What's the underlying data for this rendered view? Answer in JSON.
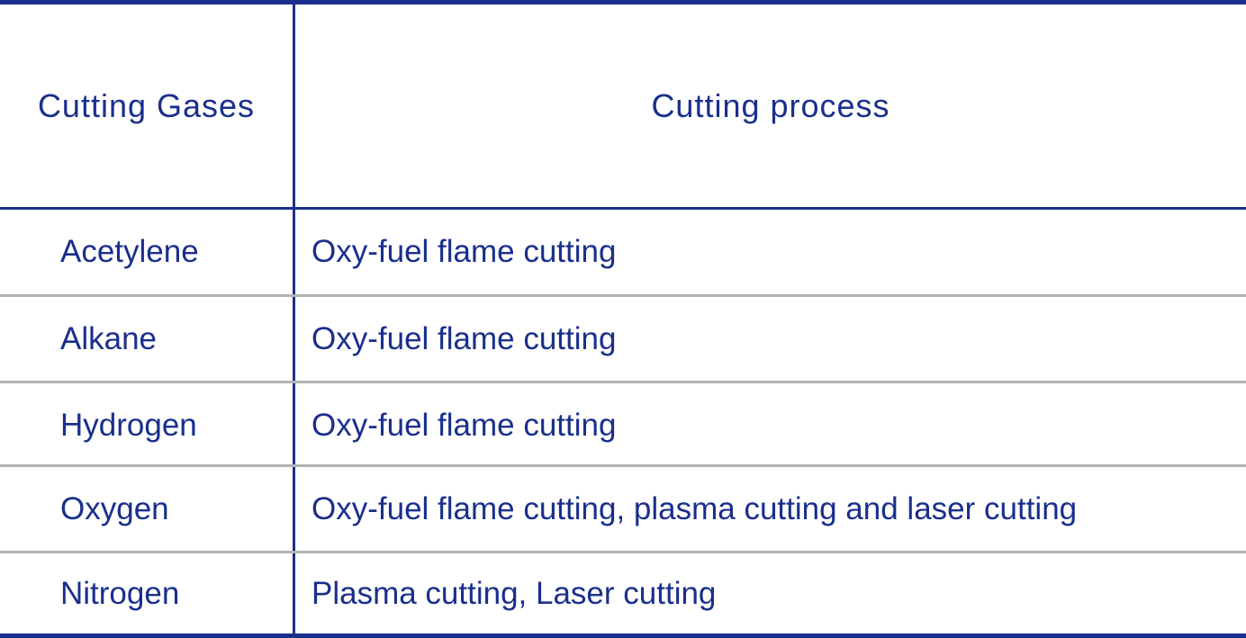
{
  "table": {
    "headers": {
      "gases": "Cutting Gases",
      "process": "Cutting process"
    },
    "rows": [
      {
        "gas": "Acetylene",
        "process": "Oxy-fuel flame cutting"
      },
      {
        "gas": "Alkane",
        "process": "Oxy-fuel flame cutting"
      },
      {
        "gas": "Hydrogen",
        "process": "Oxy-fuel flame cutting"
      },
      {
        "gas": "Oxygen",
        "process": "Oxy-fuel flame cutting, plasma cutting and laser cutting"
      },
      {
        "gas": "Nitrogen",
        "process": "Plasma cutting, Laser cutting"
      }
    ]
  },
  "colors": {
    "text": "#1a2f8c",
    "rule": "#1a2f8c",
    "row_separator": "#b3b3b3"
  }
}
